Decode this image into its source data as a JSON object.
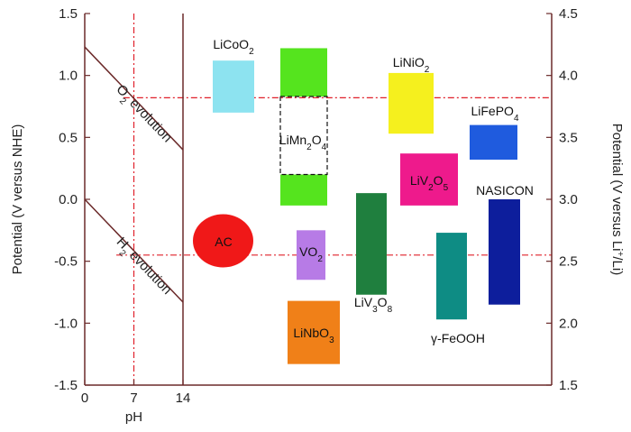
{
  "chart_data": {
    "type": "range-bar",
    "ylabel_left": "Potential (V versus NHE)",
    "ylabel_right": "Potential (V versus Li+/Li)",
    "ylim_left": [
      -1.5,
      1.5
    ],
    "ylim_right": [
      1.5,
      4.5
    ],
    "left_ticks": [
      "1.5",
      "1.0",
      "0.5",
      "0.0",
      "-0.5",
      "-1.0",
      "-1.5"
    ],
    "right_ticks": [
      "4.5",
      "4.0",
      "3.5",
      "3.0",
      "2.5",
      "2.0",
      "1.5"
    ],
    "xlabel": "pH",
    "x_ticks": [
      "0",
      "7",
      "14"
    ],
    "colors": {
      "axis": "#6b2a2a",
      "guide": "#e0202a"
    },
    "evolution_lines": [
      {
        "name": "O2 evolution",
        "label_main": "O",
        "label_sub": "2",
        "label_rest": " evolution",
        "ph": [
          0,
          14
        ],
        "potential": [
          1.23,
          0.4
        ]
      },
      {
        "name": "H2 evolution",
        "label_main": "H",
        "label_sub": "2",
        "label_rest": " evolution",
        "ph": [
          0,
          14
        ],
        "potential": [
          0.0,
          -0.83
        ]
      }
    ],
    "reference_lines": [
      {
        "type": "horizontal",
        "potential_nhe": 0.82
      },
      {
        "type": "horizontal",
        "potential_nhe": -0.45
      },
      {
        "type": "vertical",
        "ph": 7
      }
    ],
    "materials": [
      {
        "label_parts": [
          [
            "LiCoO",
            ""
          ],
          [
            "2",
            "sub"
          ]
        ],
        "color": "#8de3f0",
        "low": 0.7,
        "high": 1.12
      },
      {
        "label_parts": [
          [
            "LiMn",
            ""
          ],
          [
            "2",
            "sub"
          ],
          [
            "O",
            ""
          ],
          [
            "4",
            "sub"
          ]
        ],
        "color": "#55e41e",
        "low": 0.83,
        "high": 1.22
      },
      {
        "label_parts": [
          [
            "",
            ""
          ]
        ],
        "color": "#55e41e",
        "low": -0.05,
        "high": 0.2
      },
      {
        "label_parts": [
          [
            "LiNiO",
            ""
          ],
          [
            "2",
            "sub"
          ]
        ],
        "color": "#f5f01e",
        "low": 0.53,
        "high": 1.02
      },
      {
        "label_parts": [
          [
            "LiFePO",
            ""
          ],
          [
            "4",
            "sub"
          ]
        ],
        "color": "#1f5bde",
        "low": 0.32,
        "high": 0.6
      },
      {
        "label_parts": [
          [
            "LiV",
            ""
          ],
          [
            "2",
            "sub"
          ],
          [
            "O",
            ""
          ],
          [
            "5",
            "sub"
          ]
        ],
        "color": "#ee1a8c",
        "low": -0.05,
        "high": 0.37
      },
      {
        "label_parts": [
          [
            "NASICON",
            ""
          ]
        ],
        "color": "#0d1e9c",
        "low": -0.85,
        "high": 0.0
      },
      {
        "label_parts": [
          [
            "VO",
            ""
          ],
          [
            "2",
            "sub"
          ]
        ],
        "color": "#b77be6",
        "low": -0.65,
        "high": -0.25
      },
      {
        "label_parts": [
          [
            "LiV",
            ""
          ],
          [
            "3",
            "sub"
          ],
          [
            "O",
            ""
          ],
          [
            "8",
            "sub"
          ]
        ],
        "color": "#1f7f3e",
        "low": -0.77,
        "high": 0.05
      },
      {
        "label_parts": [
          [
            "γ-FeOOH",
            ""
          ]
        ],
        "color": "#0e8c84",
        "low": -0.97,
        "high": -0.27
      },
      {
        "label_parts": [
          [
            "LiNbO",
            ""
          ],
          [
            "3",
            "sub"
          ]
        ],
        "color": "#f08018",
        "low": -1.33,
        "high": -0.82
      },
      {
        "label_parts": [
          [
            "AC",
            ""
          ]
        ],
        "color": "#f01818",
        "shape": "ellipse",
        "low": -0.55,
        "high": -0.12
      }
    ],
    "dashed_box_label": "LiMn2O4"
  }
}
